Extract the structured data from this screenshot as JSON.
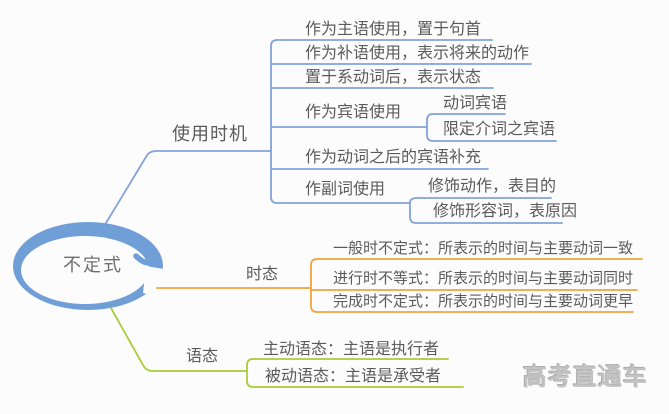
{
  "root": {
    "label": "不定式"
  },
  "branches": [
    {
      "label": "使用时机",
      "children": [
        {
          "label": "作为主语使用，置于句首"
        },
        {
          "label": "作为补语使用，表示将来的动作"
        },
        {
          "label": "置于系动词后，表示状态"
        },
        {
          "label": "作为宾语使用",
          "children": [
            {
              "label": "动词宾语"
            },
            {
              "label": "限定介词之宾语"
            }
          ]
        },
        {
          "label": "作为动词之后的宾语补充"
        },
        {
          "label": "作副词使用",
          "children": [
            {
              "label": "修饰动作，表目的"
            },
            {
              "label": "修饰形容词，表原因"
            }
          ]
        }
      ]
    },
    {
      "label": "时态",
      "children": [
        {
          "label": "一般时不定式：所表示的时间与主要动词一致"
        },
        {
          "label": "进行时不等式：所表示的时间与主要动词同时"
        },
        {
          "label": "完成时不定式：所表示的时间与主要动词更早"
        }
      ]
    },
    {
      "label": "语态",
      "children": [
        {
          "label": "主动语态：主语是执行者"
        },
        {
          "label": "被动语态：主语是承受者"
        }
      ]
    }
  ],
  "watermark": "高考直通车",
  "colors": {
    "branch_blue": "#82a2d8",
    "ellipse_blue": "#6f9fd6",
    "branch_orange": "#f1a43c",
    "branch_green": "#a8cd3a",
    "text": "#5b5b5b",
    "watermark": "#c3c3c3"
  }
}
